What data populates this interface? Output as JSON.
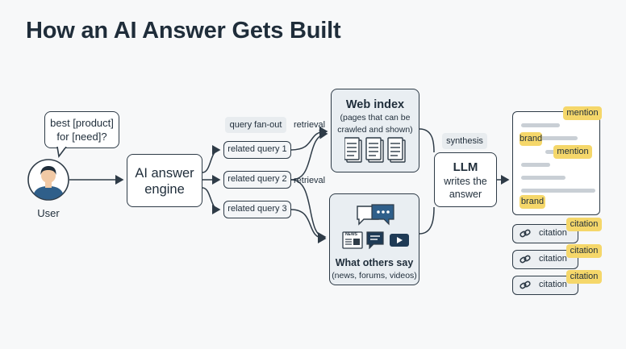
{
  "title": "How an AI Answer Gets Built",
  "user": {
    "bubble_line1": "best [product]",
    "bubble_line2": "for [need]?",
    "label": "User"
  },
  "engine": {
    "line1": "AI answer",
    "line2": "engine"
  },
  "fanout_label": "query fan-out",
  "queries": [
    "related query 1",
    "related query 2",
    "related query 3"
  ],
  "retrieval_label": "retrieval",
  "web_index": {
    "title": "Web index",
    "sub1": "(pages that can be",
    "sub2": "crawled and shown)"
  },
  "others": {
    "title": "What others say",
    "sub": "(news, forums, videos)",
    "news_label": "NEWS"
  },
  "synthesis_label": "synthesis",
  "llm": {
    "title": "LLM",
    "line1": "writes the",
    "line2": "answer"
  },
  "answer": {
    "mention": "mention",
    "brand": "brand"
  },
  "citation_label": "citation",
  "colors": {
    "highlight": "#f5d76a",
    "panel": "#e9eef2",
    "stroke": "#2e3b47"
  }
}
